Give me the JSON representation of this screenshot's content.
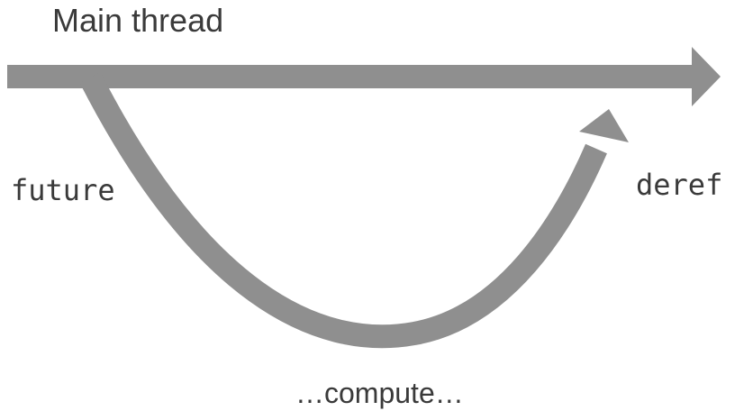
{
  "labels": {
    "main": "Main thread",
    "future": "future",
    "deref": "deref",
    "compute": "…compute…"
  },
  "colors": {
    "arrow": "#8f8f8f",
    "text": "#3a3a3a",
    "background": "#ffffff"
  },
  "icons": {
    "main_arrow": "arrow-right-icon",
    "curved_arrow": "curved-arrow-icon"
  }
}
